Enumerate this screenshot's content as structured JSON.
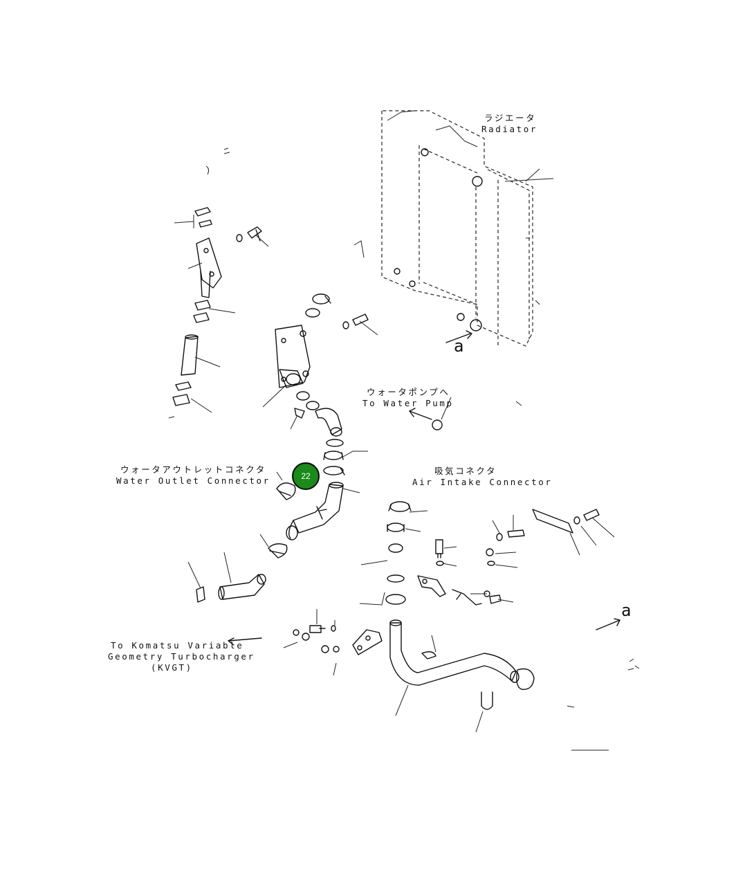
{
  "labels": {
    "radiator_jp": "ラジエータ",
    "radiator_en": "Radiator",
    "water_pump_jp": "ウォータポンプへ",
    "water_pump_en": "To Water Pump",
    "water_outlet_jp": "ウォータアウトレットコネクタ",
    "water_outlet_en": "Water Outlet Connector",
    "air_intake_jp": "吸気コネクタ",
    "air_intake_en": "Air Intake Connector",
    "turbo_line1": "To Komatsu Variable",
    "turbo_line2": "Geometry Turbocharger",
    "turbo_line3": "(KVGT)",
    "view_letter_top": "a",
    "view_letter_right": "a"
  },
  "callout": {
    "number": "22",
    "color": "#1a8a1a"
  }
}
